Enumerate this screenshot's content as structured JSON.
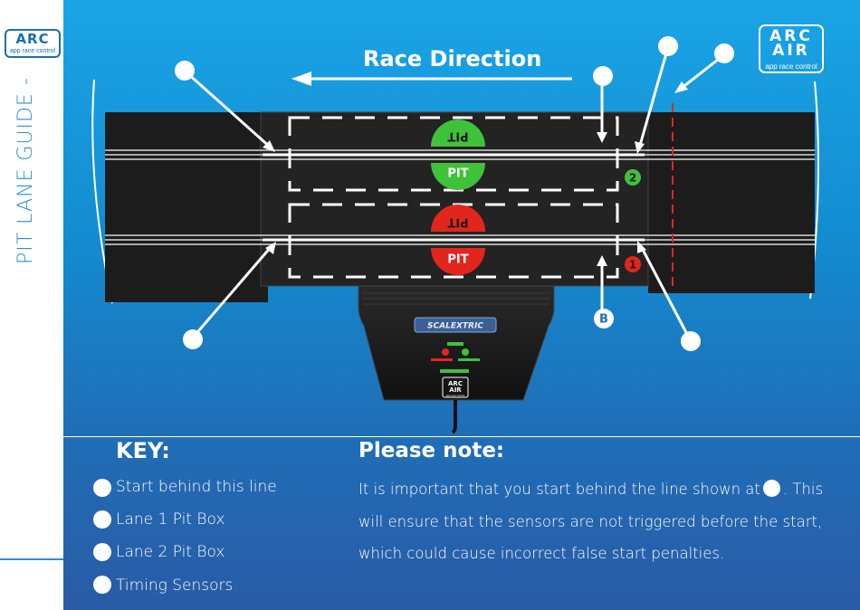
{
  "sidebar": {
    "logo": {
      "word": "ARC",
      "sub": "app race control"
    },
    "title": "PIT LANE GUIDE -"
  },
  "diagram": {
    "race_direction": "Race Direction",
    "arc_air": {
      "line1": "ARC",
      "line2": "AIR",
      "sub": "app race control"
    },
    "pit_labels": [
      "PIT",
      "PIT",
      "PIT",
      "PIT"
    ],
    "lane_numbers": [
      "2",
      "1"
    ],
    "callout_b": "B",
    "base_brand": "SCALEXTRIC",
    "base_logo": {
      "line1": "ARC",
      "line2": "AIR",
      "sub": "app race control"
    },
    "colors": {
      "green": "#3ec23a",
      "red": "#e2261d",
      "track": "#1c1c1c",
      "dashed_line": "#e2261d"
    }
  },
  "key": {
    "title": "KEY:",
    "items": [
      "Start behind this line",
      "Lane 1 Pit Box",
      "Lane 2 Pit Box",
      "Timing Sensors"
    ]
  },
  "note": {
    "title": "Please note:",
    "line1_a": "It is important that you start behind the line shown at",
    "line1_b": ". This",
    "line2": "will ensure that the sensors are not triggered before the start,",
    "line3": "which could cause incorrect false start penalties."
  }
}
